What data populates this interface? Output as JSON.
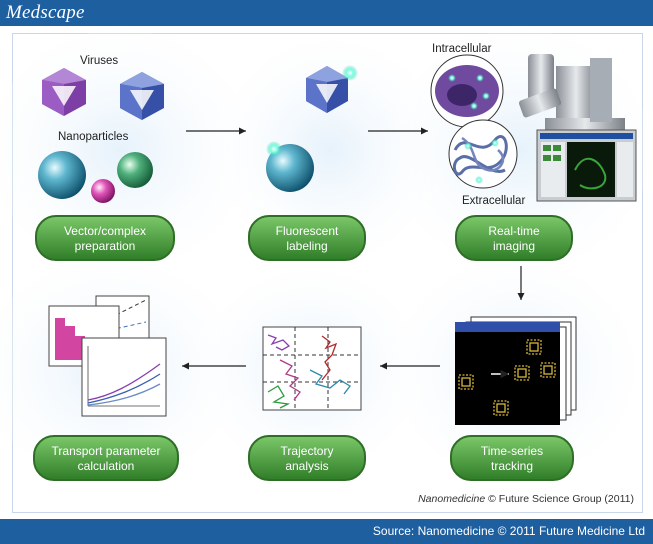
{
  "header": {
    "logo": "Medscape"
  },
  "footer": {
    "source": "Source: Nanomedicine © 2011 Future Medicine Ltd"
  },
  "diagram": {
    "labels": {
      "viruses": "Viruses",
      "nanoparticles": "Nanoparticles",
      "intracellular": "Intracellular",
      "extracellular": "Extracellular"
    },
    "steps": [
      {
        "line1": "Vector/complex",
        "line2": "preparation"
      },
      {
        "line1": "Fluorescent",
        "line2": "labeling"
      },
      {
        "line1": "Real-time",
        "line2": "imaging"
      },
      {
        "line1": "Time-series",
        "line2": "tracking"
      },
      {
        "line1": "Trajectory",
        "line2": "analysis"
      },
      {
        "line1": "Transport parameter",
        "line2": "calculation"
      }
    ],
    "credit_journal": "Nanomedicine",
    "credit_rest": " © Future Science Group (2011)"
  },
  "colors": {
    "brand": "#1e5fa0",
    "pill": "#4a9a3c",
    "pill_border": "#2f6e26"
  }
}
